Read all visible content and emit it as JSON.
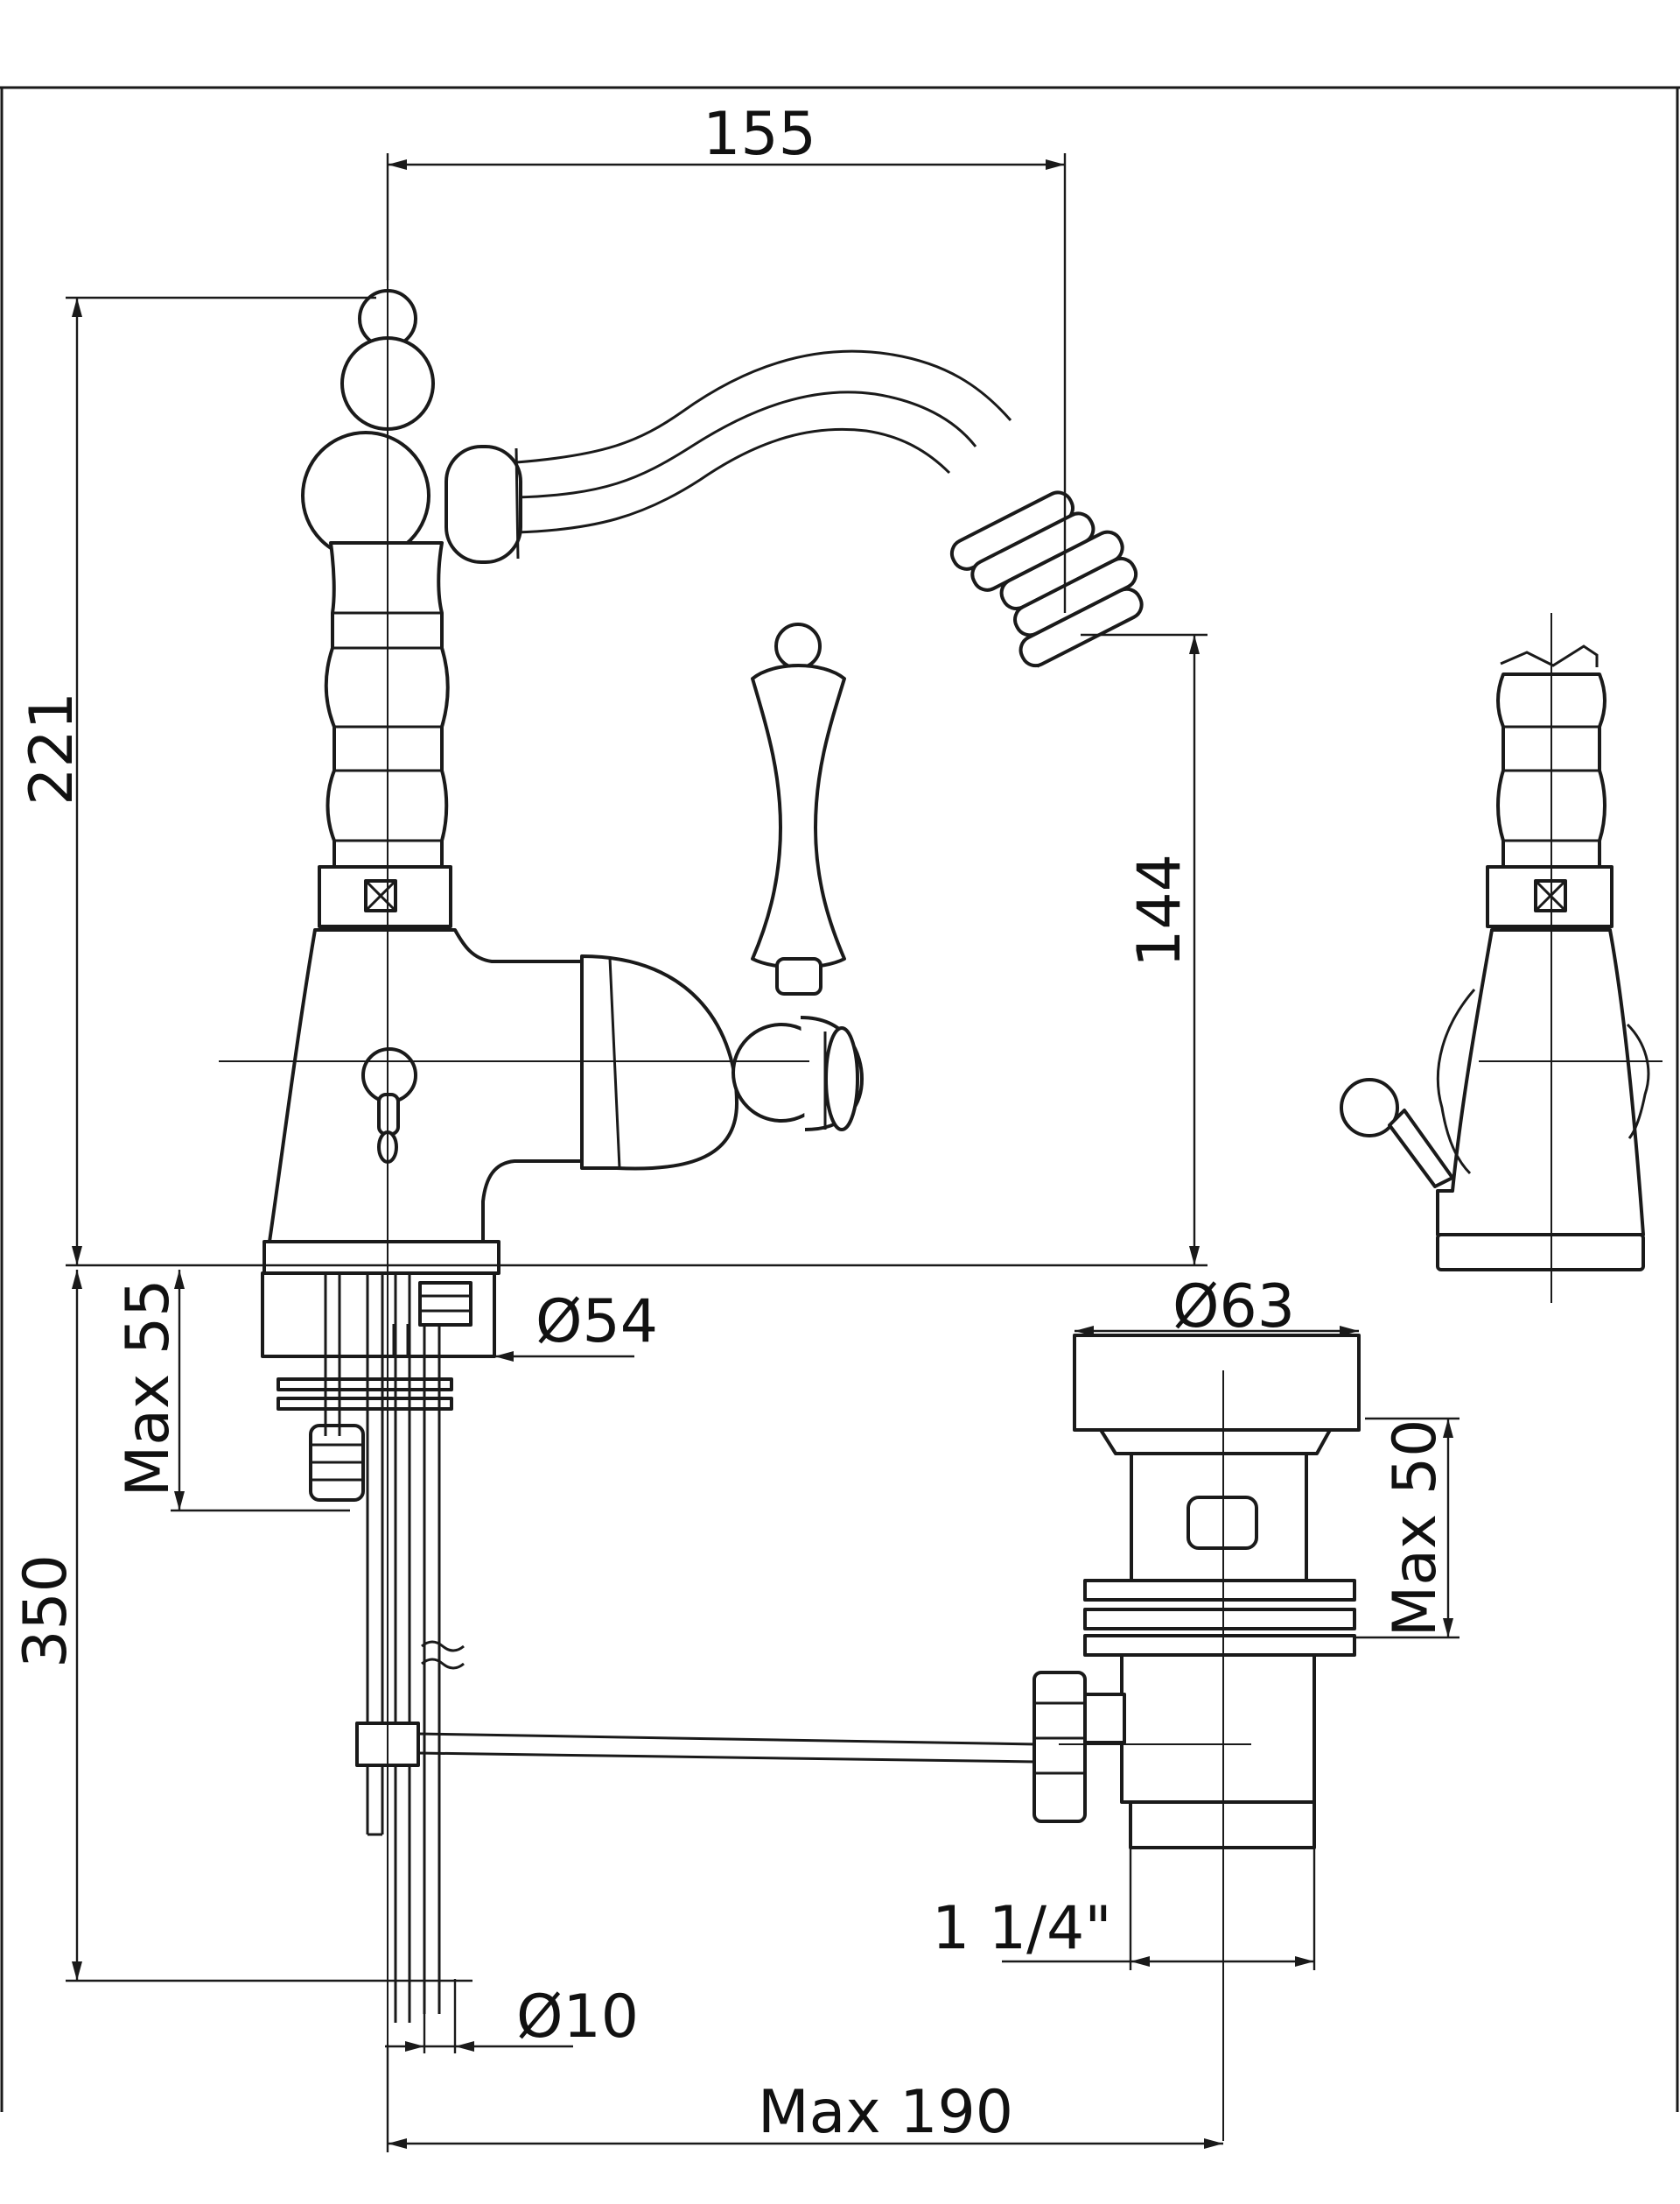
{
  "colors": {
    "line": "#1a1a1a",
    "background": "#ffffff"
  },
  "dimensions": {
    "top_width": "155",
    "total_height": "221",
    "spout_height": "144",
    "flange_diameter": "Ø54",
    "max_deck_thickness": "Max 55",
    "rod_length": "350",
    "waste_diameter": "Ø63",
    "waste_max_thickness": "Max 50",
    "waste_thread": "1 1/4\"",
    "rod_diameter": "Ø10",
    "max_reach": "Max 190"
  }
}
